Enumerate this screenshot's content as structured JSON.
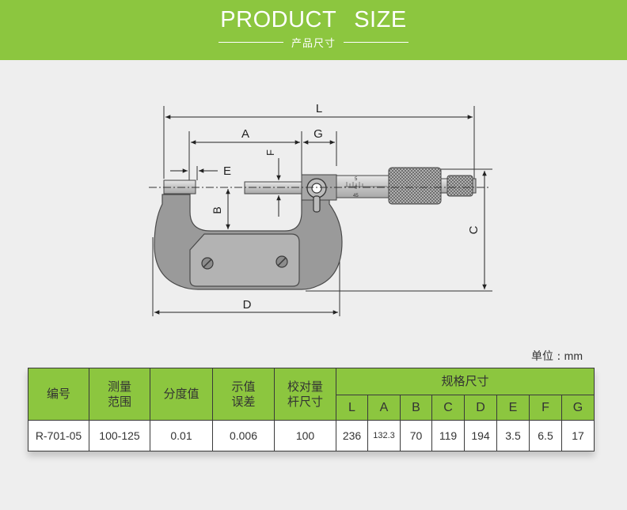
{
  "header": {
    "title": "PRODUCT  SIZE",
    "subtitle": "产品尺寸"
  },
  "diagram": {
    "labels": {
      "L": "L",
      "A": "A",
      "G": "G",
      "F": "F",
      "E": "E",
      "B": "B",
      "C": "C",
      "D": "D"
    },
    "thimble_marks": {
      "top": "5",
      "mid": "0",
      "bottom": "45"
    }
  },
  "unit": {
    "prefix": "单位 : ",
    "value": "mm"
  },
  "table": {
    "headers": {
      "model": "编号",
      "range": "测量\n范围",
      "resolution": "分度值",
      "error": "示值\n误差",
      "rod": "校对量\n杆尺寸",
      "spec_group": "规格尺寸"
    },
    "dim_headers": [
      "L",
      "A",
      "B",
      "C",
      "D",
      "E",
      "F",
      "G"
    ],
    "row": {
      "model": "R-701-05",
      "range": "100-125",
      "resolution": "0.01",
      "error": "0.006",
      "rod": "100",
      "dims": [
        "236",
        "132.3",
        "70",
        "119",
        "194",
        "3.5",
        "6.5",
        "17"
      ]
    }
  },
  "colors": {
    "brand_green": "#8cc63f",
    "frame_gray": "#9a9a9a",
    "background": "#eeeeee"
  }
}
